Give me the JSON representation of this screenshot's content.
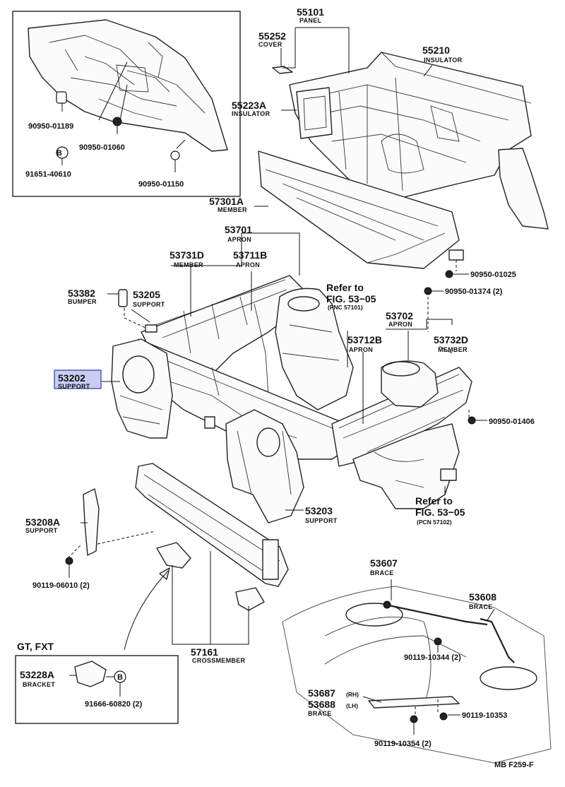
{
  "labels": {
    "p55101": {
      "code": "55101",
      "name": "PANEL"
    },
    "p55252": {
      "code": "55252",
      "name": "COVER"
    },
    "p55210": {
      "code": "55210",
      "name": "INSULATOR"
    },
    "p55223a": {
      "code": "55223A",
      "name": "INSULATOR"
    },
    "p57301a": {
      "code": "57301A",
      "name": "MEMBER"
    },
    "p53701": {
      "code": "53701",
      "name": "APRON"
    },
    "p53731d": {
      "code": "53731D",
      "name": "MEMBER"
    },
    "p53711b": {
      "code": "53711B",
      "name": "APRON"
    },
    "p53382": {
      "code": "53382",
      "name": "BUMPER"
    },
    "p53205": {
      "code": "53205",
      "name": "SUPPORT"
    },
    "p53202": {
      "code": "53202",
      "name": "SUPPORT"
    },
    "p53702": {
      "code": "53702",
      "name": "APRON"
    },
    "p53712b": {
      "code": "53712B",
      "name": "APRON"
    },
    "p53732d": {
      "code": "53732D",
      "name": "MEMBER"
    },
    "p53203": {
      "code": "53203",
      "name": "SUPPORT"
    },
    "p53208a": {
      "code": "53208A",
      "name": "SUPPORT"
    },
    "p57161": {
      "code": "57161",
      "name": "CROSSMEMBER"
    },
    "p53607": {
      "code": "53607",
      "name": "BRACE"
    },
    "p53608": {
      "code": "53608",
      "name": "BRACE"
    },
    "p53687": {
      "code": "53687",
      "suffix": "(RH)"
    },
    "p53688": {
      "code": "53688",
      "suffix": "(LH)",
      "name": "BRACE"
    },
    "p53228a": {
      "code": "53228A",
      "name": "BRACKET"
    }
  },
  "fasteners": {
    "f1": "90950-01189",
    "f2": "90950-01060",
    "f3": "91651-40610",
    "f4": "90950-01150",
    "f5": "90950-01025",
    "f6": "90950-01374 (2)",
    "f7": "90950-01406",
    "f8": "90119-06010 (2)",
    "f9": "90119-10344 (2)",
    "f10": "90119-10353",
    "f11": "90119-10354 (2)",
    "f12": "91666-60820 (2)"
  },
  "references": {
    "ref1": {
      "line1": "Refer to",
      "line2": "FIG. 53−05",
      "sub": "(PNC 57101)"
    },
    "ref2": {
      "line1": "Refer to",
      "line2": "FIG. 53−05",
      "sub": "(PCN 57102)"
    }
  },
  "inset_box": {
    "title": "GT, FXT"
  },
  "diagram_id": "MB F259-F",
  "colors": {
    "highlight": "#c9cdf0",
    "highlight_border": "#2a3aa8",
    "ink": "#111111"
  }
}
